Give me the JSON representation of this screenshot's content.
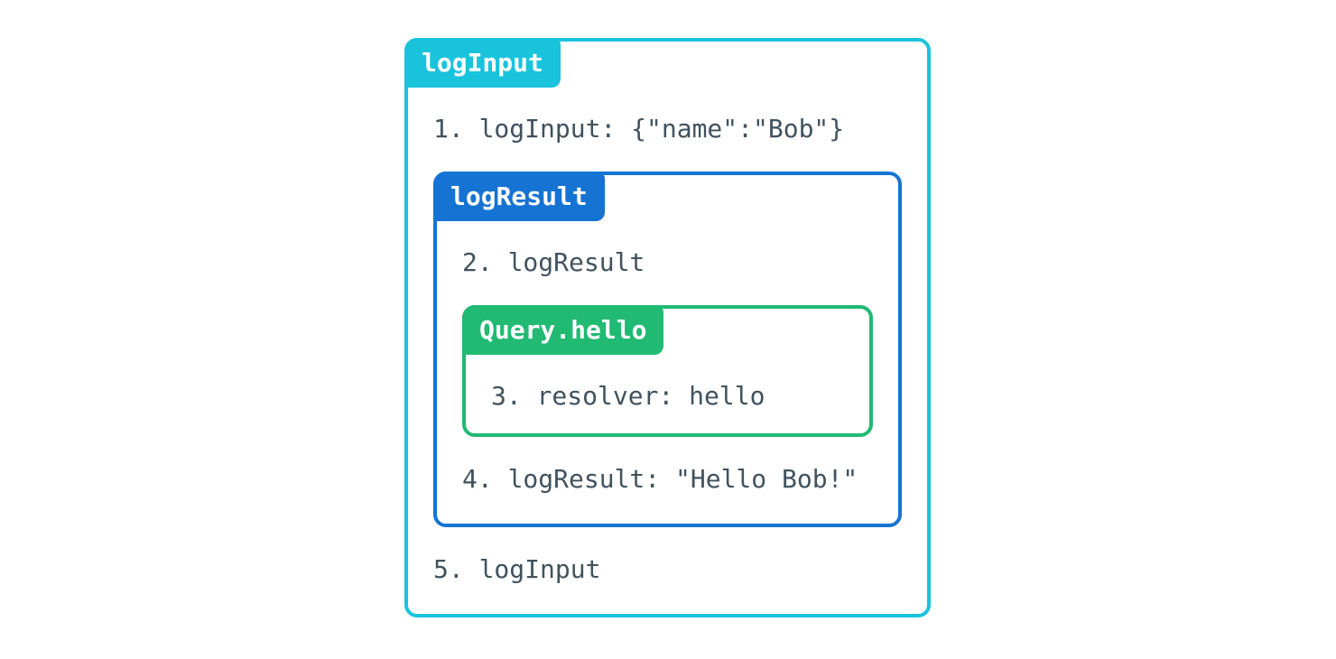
{
  "diagram": {
    "description_colors": {
      "outer_accent": "#19c3dc",
      "middle_accent": "#1573d3",
      "inner_accent": "#21ba73",
      "step_text": "#40525e",
      "tab_text": "#ffffff",
      "background": "#ffffff"
    },
    "outer_box": {
      "label": "logInput",
      "accent_color": "#19c3dc",
      "step_before": "1. logInput: {\"name\":\"Bob\"}",
      "step_after": "5. logInput"
    },
    "middle_box": {
      "label": "logResult",
      "accent_color": "#1573d3",
      "step_before": "2. logResult",
      "step_after": "4. logResult: \"Hello Bob!\""
    },
    "inner_box": {
      "label": "Query.hello",
      "accent_color": "#21ba73",
      "step": "3. resolver: hello"
    }
  }
}
